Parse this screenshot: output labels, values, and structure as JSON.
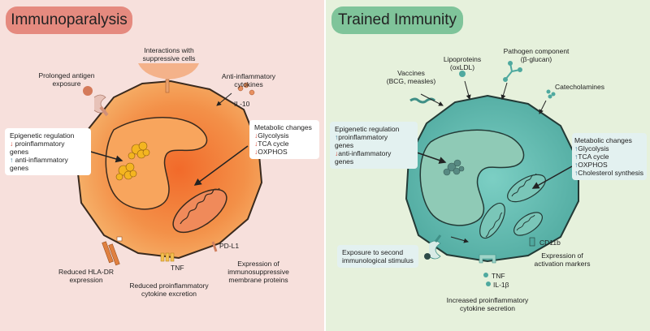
{
  "left": {
    "title": "Immunoparalysis",
    "interactions": [
      "Interactions with",
      "suppressive cells"
    ],
    "prolonged": [
      "Prolonged antigen",
      "exposure"
    ],
    "antiinflam_cyt": [
      "Anti-inflammatory",
      "cytokines"
    ],
    "il10": "IL-10",
    "epigenetic": {
      "title": "Epigenetic regulation",
      "items": [
        {
          "arrow": "↓",
          "text": "proinflammatory"
        },
        {
          "arrow": "",
          "text": "genes"
        },
        {
          "arrow": "↑",
          "text": "anti-inflammatory"
        },
        {
          "arrow": "",
          "text": "genes"
        }
      ]
    },
    "metabolic": {
      "title": "Metabolic changes",
      "items": [
        {
          "arrow": "↓",
          "text": "Glycolysis"
        },
        {
          "arrow": "↓",
          "text": "TCA cycle"
        },
        {
          "arrow": "↓",
          "text": "OXPHOS"
        }
      ]
    },
    "pdl1": "PD-L1",
    "expression": [
      "Expression of",
      "immunosuppressive",
      "membrane proteins"
    ],
    "tnf": "TNF",
    "hla": [
      "Reduced HLA-DR",
      "expression"
    ],
    "reduced_cyt": [
      "Reduced proinflammatory",
      "cytokine excretion"
    ]
  },
  "right": {
    "title": "Trained Immunity",
    "vaccines": [
      "Vaccines",
      "(BCG, measles)"
    ],
    "lipoproteins": [
      "Lipoproteins",
      "(oxLDL)"
    ],
    "pathogen": [
      "Pathogen component",
      "(β-glucan)"
    ],
    "catecholamines": "Catecholamines",
    "epigenetic": {
      "title": "Epigenetic regulation",
      "items": [
        {
          "arrow": "↑",
          "text": "proinflammatory"
        },
        {
          "arrow": "",
          "text": "genes"
        },
        {
          "arrow": "↓",
          "text": "anti-inflammatory"
        },
        {
          "arrow": "",
          "text": "genes"
        }
      ]
    },
    "metabolic": {
      "title": "Metabolic changes",
      "items": [
        {
          "arrow": "↑",
          "text": "Glycolysis"
        },
        {
          "arrow": "↑",
          "text": "TCA cycle"
        },
        {
          "arrow": "↑",
          "text": "OXPHOS"
        },
        {
          "arrow": "↑",
          "text": "Cholesterol synthesis"
        }
      ]
    },
    "exposure": [
      "Exposure to second",
      "immunological stimulus"
    ],
    "cd11b": "CD11b",
    "expression": [
      "Expression of",
      "activation markers"
    ],
    "tnf": "TNF",
    "il1b": "IL-1β",
    "increased": [
      "Increased proinflammatory",
      "cytokine secretion"
    ]
  },
  "colors": {
    "left_bg": "#f7e0dc",
    "right_bg": "#e6f1dc",
    "left_title": "#e58a7f",
    "right_title": "#7fc49a",
    "left_cell": "#f2a65a",
    "right_cell": "#5fb7ad"
  }
}
